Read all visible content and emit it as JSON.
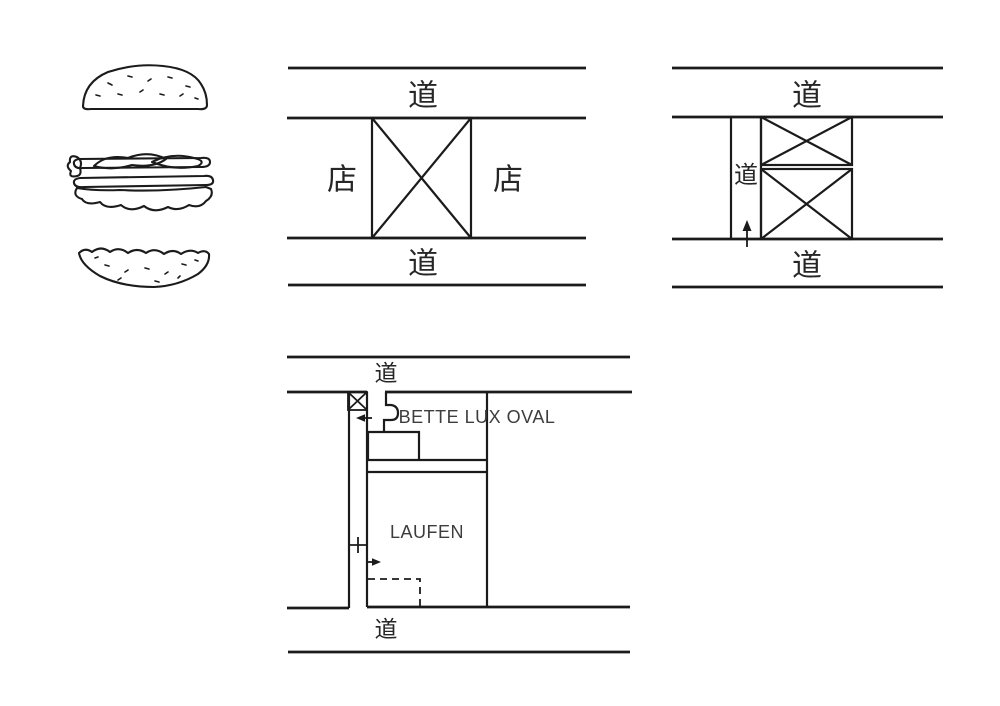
{
  "canvas": {
    "background_color": "#ffffff",
    "line_color": "#1b1b1b",
    "cjk_label_color": "#262626",
    "latin_label_color": "#3d3d3d"
  },
  "burger": {
    "icon": "hamburger-sketch"
  },
  "diagram_shops": {
    "road_top": "道",
    "shop_left": "店",
    "shop_right": "店",
    "road_bottom": "道"
  },
  "diagram_corridor": {
    "road_top": "道",
    "road_side": "道",
    "road_bottom": "道"
  },
  "diagram_bathroom": {
    "road_top": "道",
    "bathtub_label": "BETTE LUX OVAL",
    "washbasin_label": "LAUFEN",
    "road_bottom": "道"
  }
}
